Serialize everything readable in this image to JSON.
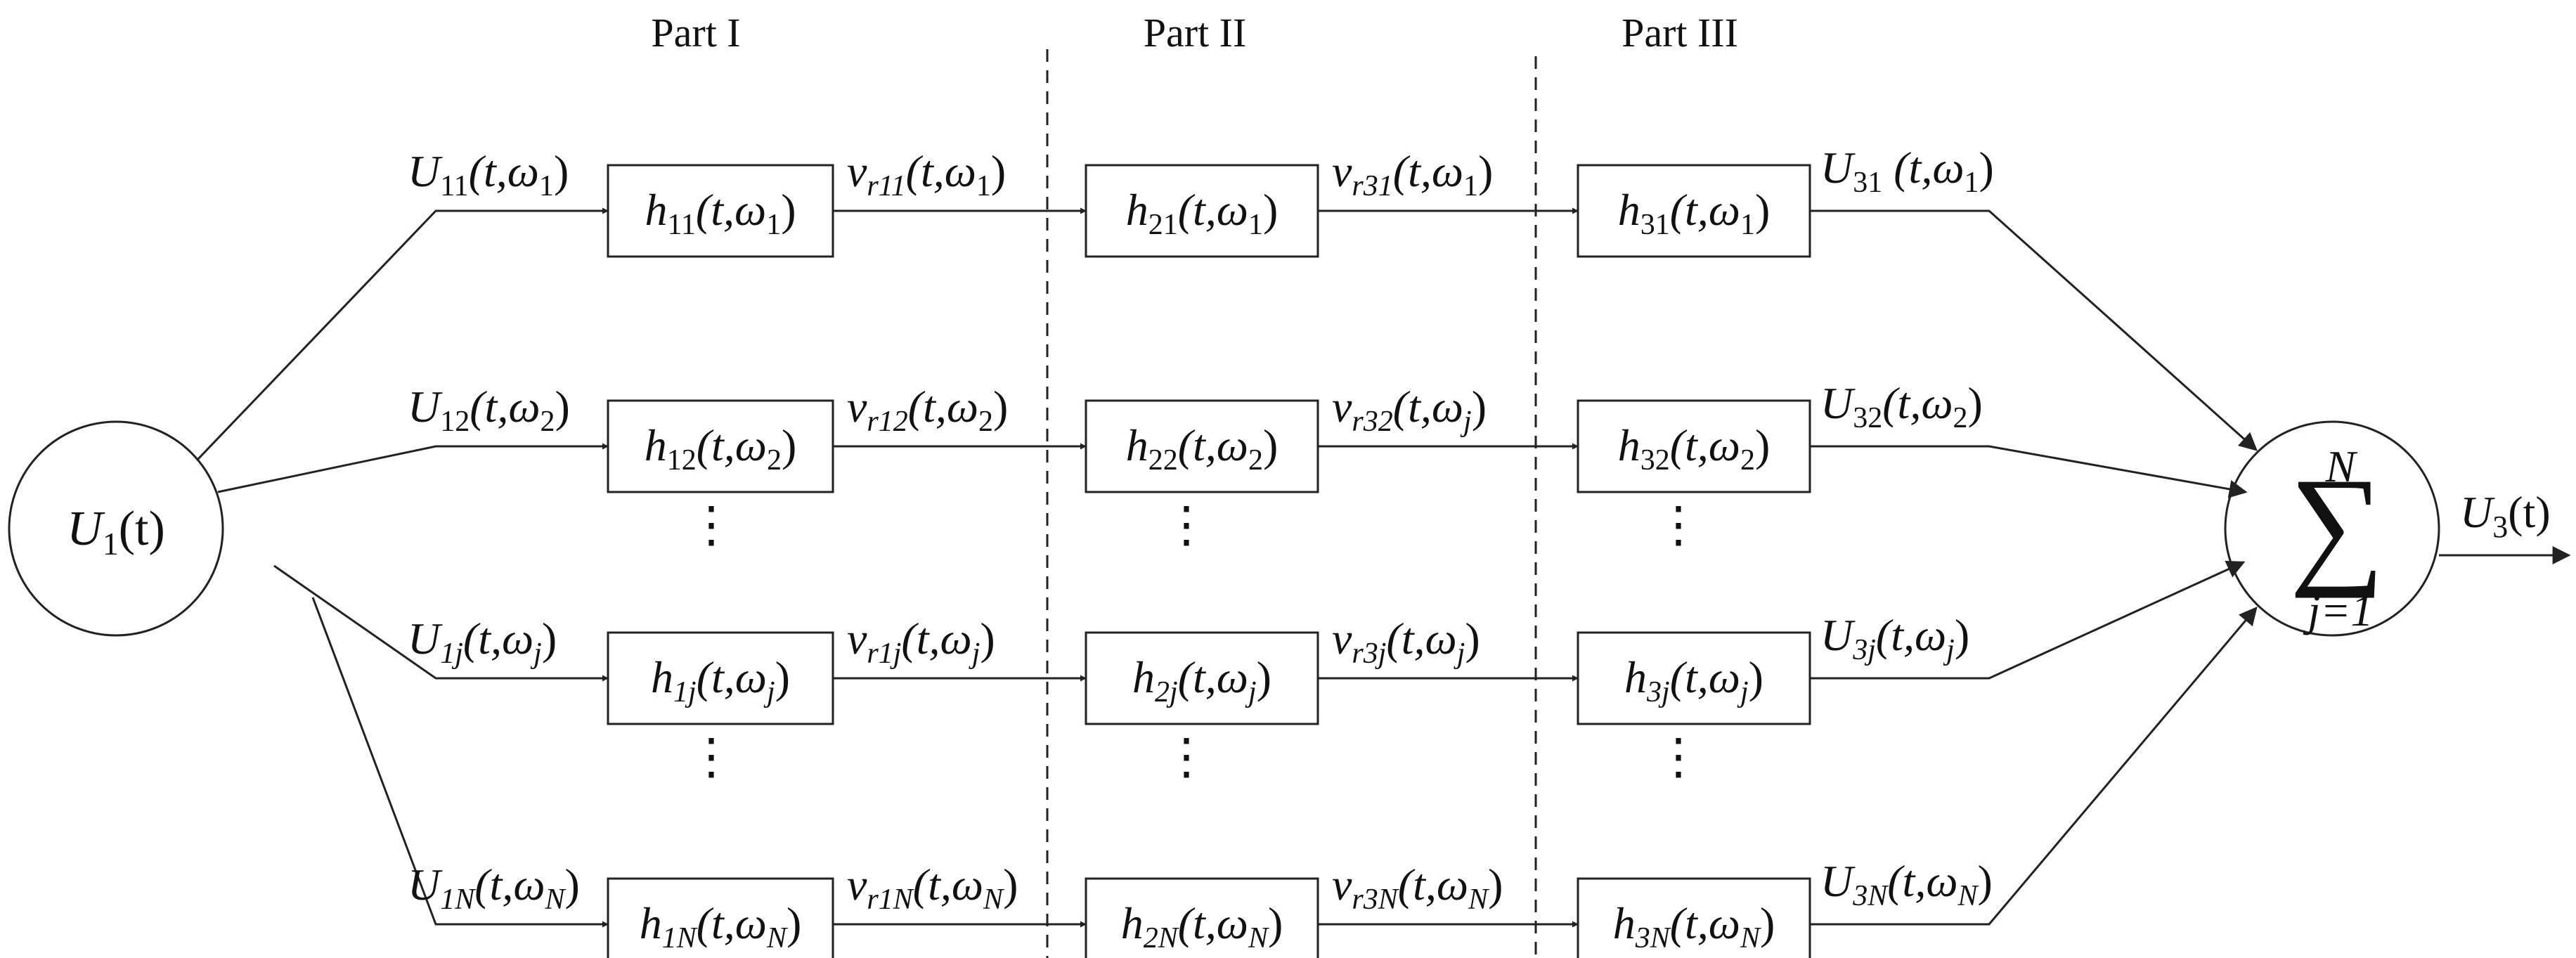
{
  "parts": [
    "Part I",
    "Part II",
    "Part III"
  ],
  "input_node": {
    "base": "U",
    "sub": "1",
    "arg": "(t)"
  },
  "sum_node": {
    "sigma": "∑",
    "upper": "N",
    "lower": "j=1"
  },
  "output_label": {
    "base": "U",
    "sub": "3",
    "arg": "(t)"
  },
  "ellipsis": "⋮",
  "rows": [
    {
      "input": {
        "base": "U",
        "sub": "11",
        "arg": "(t,ω",
        "argsub": "1",
        "close": ")"
      },
      "h1": {
        "base": "h",
        "sub": "11",
        "arg": "(t,ω",
        "argsub": "1",
        "close": ")"
      },
      "v1": {
        "base": "v",
        "sub": "r11",
        "arg": "(t,ω",
        "argsub": "1",
        "close": ")"
      },
      "h2": {
        "base": "h",
        "sub": "21",
        "arg": "(t,ω",
        "argsub": "1",
        "close": ")"
      },
      "v2": {
        "base": "v",
        "sub": "r31",
        "arg": "(t,ω",
        "argsub": "1",
        "close": ")"
      },
      "h3": {
        "base": "h",
        "sub": "31",
        "arg": "(t,ω",
        "argsub": "1",
        "close": ")"
      },
      "out": {
        "base": "U",
        "sub": "31",
        "arg": " (t,ω",
        "argsub": "1",
        "close": ")"
      }
    },
    {
      "input": {
        "base": "U",
        "sub": "12",
        "arg": "(t,ω",
        "argsub": "2",
        "close": ")"
      },
      "h1": {
        "base": "h",
        "sub": "12",
        "arg": "(t,ω",
        "argsub": "2",
        "close": ")"
      },
      "v1": {
        "base": "v",
        "sub": "r12",
        "arg": "(t,ω",
        "argsub": "2",
        "close": ")"
      },
      "h2": {
        "base": "h",
        "sub": "22",
        "arg": "(t,ω",
        "argsub": "2",
        "close": ")"
      },
      "v2": {
        "base": "v",
        "sub": "r32",
        "arg": "(t,ω",
        "argsub": "j",
        "close": ")"
      },
      "h3": {
        "base": "h",
        "sub": "32",
        "arg": "(t,ω",
        "argsub": "2",
        "close": ")"
      },
      "out": {
        "base": "U",
        "sub": "32",
        "arg": "(t,ω",
        "argsub": "2",
        "close": ")"
      }
    },
    {
      "input": {
        "base": "U",
        "sub": "1j",
        "arg": "(t,ω",
        "argsub": "j",
        "close": ")"
      },
      "h1": {
        "base": "h",
        "sub": "1j",
        "arg": "(t,ω",
        "argsub": "j",
        "close": ")"
      },
      "v1": {
        "base": "v",
        "sub": "r1j",
        "arg": "(t,ω",
        "argsub": "j",
        "close": ")"
      },
      "h2": {
        "base": "h",
        "sub": "2j",
        "arg": "(t,ω",
        "argsub": "j",
        "close": ")"
      },
      "v2": {
        "base": "v",
        "sub": "r3j",
        "arg": "(t,ω",
        "argsub": "j",
        "close": ")"
      },
      "h3": {
        "base": "h",
        "sub": "3j",
        "arg": "(t,ω",
        "argsub": "j",
        "close": ")"
      },
      "out": {
        "base": "U",
        "sub": "3j",
        "arg": "(t,ω",
        "argsub": "j",
        "close": ")"
      }
    },
    {
      "input": {
        "base": "U",
        "sub": "1N",
        "arg": "(t,ω",
        "argsub": "N",
        "close": ")"
      },
      "h1": {
        "base": "h",
        "sub": "1N",
        "arg": "(t,ω",
        "argsub": "N",
        "close": ")"
      },
      "v1": {
        "base": "v",
        "sub": "r1N",
        "arg": "(t,ω",
        "argsub": "N",
        "close": ")"
      },
      "h2": {
        "base": "h",
        "sub": "2N",
        "arg": "(t,ω",
        "argsub": "N",
        "close": ")"
      },
      "v2": {
        "base": "v",
        "sub": "r3N",
        "arg": "(t,ω",
        "argsub": "N",
        "close": ")"
      },
      "h3": {
        "base": "h",
        "sub": "3N",
        "arg": "(t,ω",
        "argsub": "N",
        "close": ")"
      },
      "out": {
        "base": "U",
        "sub": "3N",
        "arg": "(t,ω",
        "argsub": "N",
        "close": ")"
      }
    }
  ]
}
